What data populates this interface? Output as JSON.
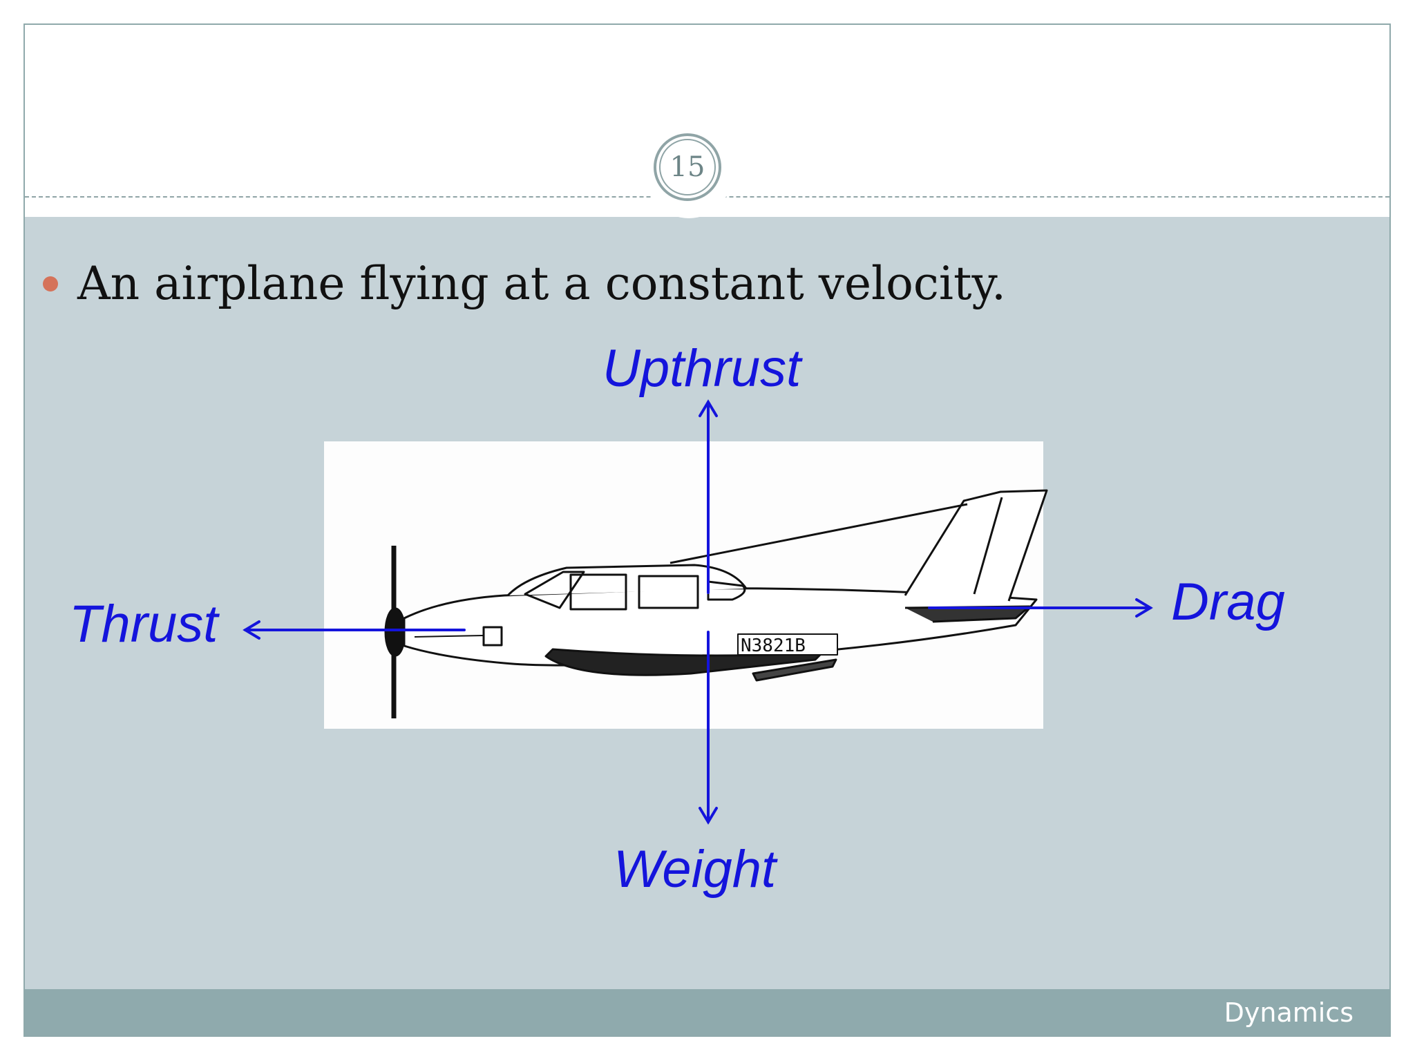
{
  "slide": {
    "page_number": "15",
    "bullet": "An airplane flying at a constant velocity.",
    "footer": "Dynamics"
  },
  "diagram": {
    "forces": {
      "up": "Upthrust",
      "down": "Weight",
      "left": "Thrust",
      "right": "Drag"
    },
    "aircraft_registration": "N3821B"
  },
  "colors": {
    "arrow": "#1414dc",
    "body_bg": "#c6d3d8",
    "footer_bg": "#8faaad",
    "bullet": "#d5735a"
  }
}
